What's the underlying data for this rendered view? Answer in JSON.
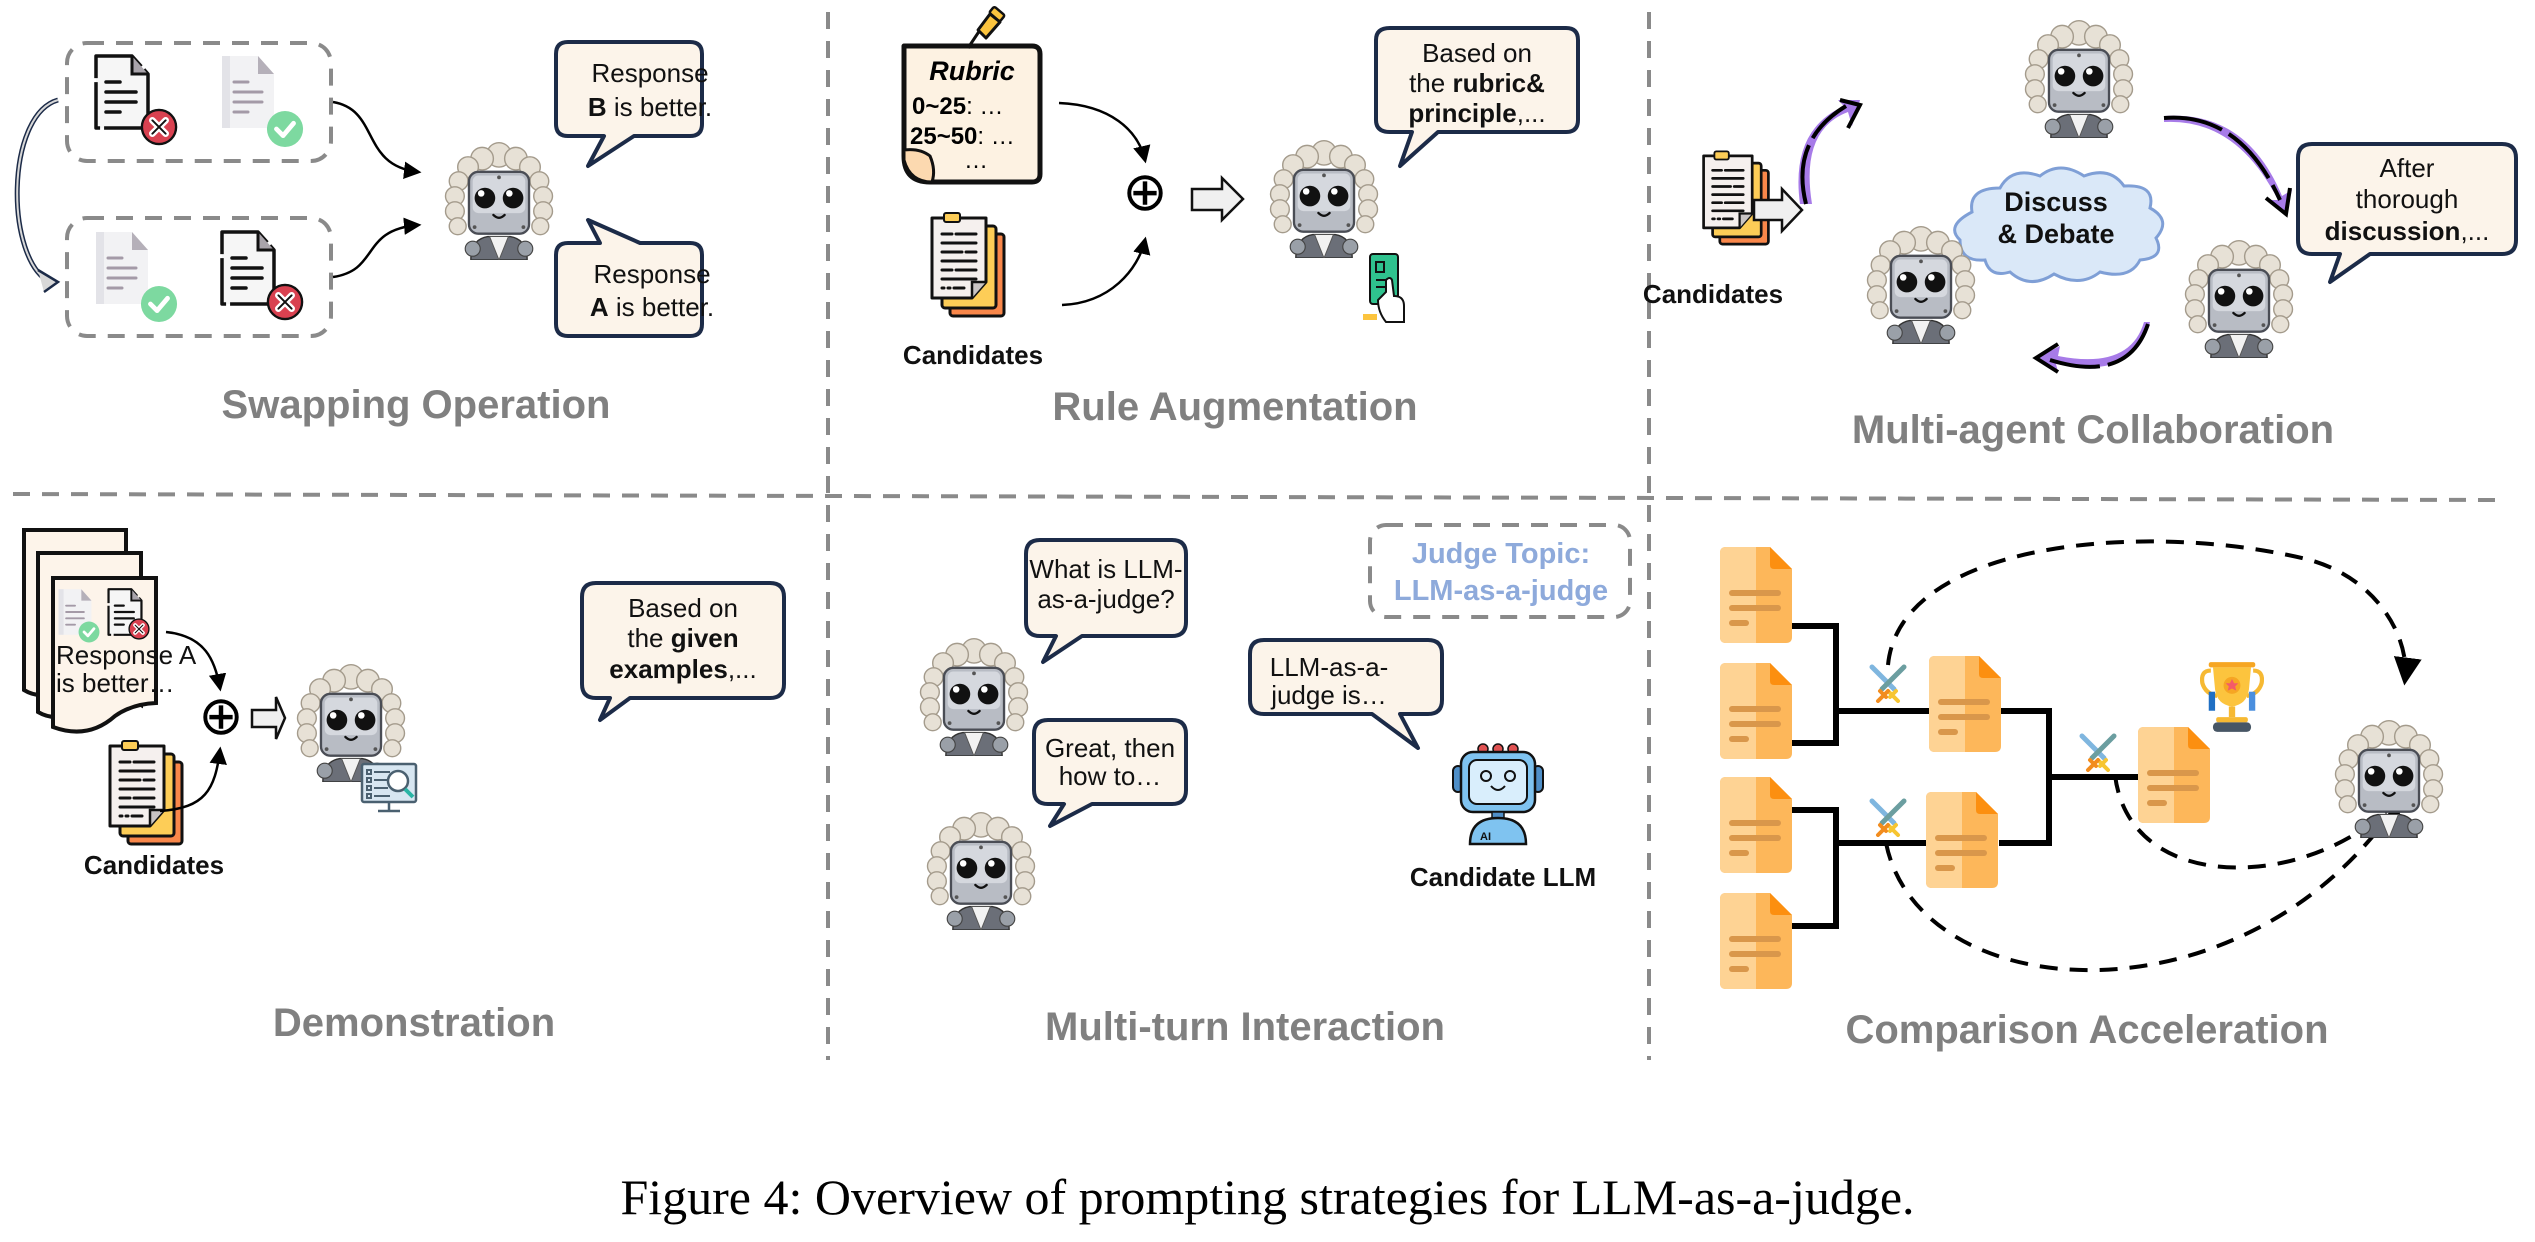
{
  "figure": {
    "caption": "Figure 4: Overview of prompting strategies for LLM-as-a-judge."
  },
  "colors": {
    "divider": "#8a8a8a",
    "bubble_fill": "#fcf4ea",
    "bubble_stroke": "#1c2b48",
    "title_gray": "#808080",
    "topic_blue": "#8eaadb",
    "cloud_fill": "#dae8f8",
    "cloud_stroke": "#7f9fd6",
    "purple_arrow": "#a77be8",
    "doc_orange": "#fdb75a",
    "doc_orange_light": "#fed394",
    "check_green": "#7dd9a0",
    "cross_red": "#d94150"
  },
  "panels": [
    {
      "id": "swapping",
      "title": "Swapping Operation",
      "bubbles": [
        {
          "line1": "Response",
          "bold": "B",
          "rest": " is better."
        },
        {
          "line1": "Response",
          "bold": "A",
          "rest": " is better."
        }
      ]
    },
    {
      "id": "rule",
      "title": "Rule Augmentation",
      "rubric": {
        "heading": "Rubric",
        "rows": [
          "0~25: …",
          "25~50: …",
          "…"
        ],
        "row_keys": [
          "0~25",
          "25~50"
        ],
        "row_vals": [
          ": …",
          ": …"
        ]
      },
      "candidates_label": "Candidates",
      "bubble": {
        "line1": "Based on",
        "line2_plain": "the ",
        "line2_bold": "rubric&",
        "line3_bold": "principle",
        "line3_plain": ",..."
      }
    },
    {
      "id": "multiagent",
      "title": "Multi-agent Collaboration",
      "candidates_label": "Candidates",
      "cloud": {
        "line1": "Discuss",
        "line2": "& Debate"
      },
      "bubble": {
        "line1": "After",
        "line2": "thorough",
        "line3_bold": "discussion",
        "line3_plain": ",..."
      }
    },
    {
      "id": "demonstration",
      "title": "Demonstration",
      "example_card": {
        "line1": "Response A",
        "line2": "is better…"
      },
      "candidates_label": "Candidates",
      "bubble": {
        "line1": "Based on",
        "line2_plain": "the ",
        "line2_bold": "given",
        "line3_bold": "examples",
        "line3_plain": ",..."
      }
    },
    {
      "id": "multiturn",
      "title": "Multi-turn Interaction",
      "topic": {
        "line1": "Judge Topic:",
        "line2": "LLM-as-a-judge"
      },
      "bubbles": [
        {
          "line1": "What is LLM-",
          "line2": "as-a-judge?"
        },
        {
          "line1": "LLM-as-a-",
          "line2": "judge is…"
        },
        {
          "line1": "Great, then",
          "line2": "how to…"
        }
      ],
      "candidate_label": "Candidate LLM",
      "ai_badge": "AI"
    },
    {
      "id": "comparison",
      "title": "Comparison Acceleration"
    }
  ],
  "icons": {
    "plus_circle": "⊕"
  }
}
